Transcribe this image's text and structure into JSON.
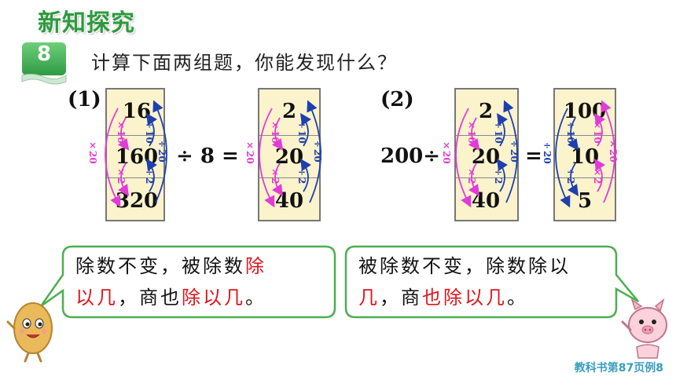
{
  "header": {
    "title": "新知探究"
  },
  "example": {
    "number": "8"
  },
  "question": "计算下面两组题，你能发现什么？",
  "group1": {
    "label": "(1)",
    "dividends": [
      "16",
      "160",
      "320"
    ],
    "op": "÷ 8 =",
    "quotients": [
      "2",
      "20",
      "40"
    ],
    "ann_blue_1": "÷10",
    "ann_blue_2": "÷2",
    "ann_blue_outer": "÷20",
    "ann_pink_1": "×10",
    "ann_pink_2": "×2",
    "ann_pink_outer": "×20",
    "qann_blue_1": "÷10",
    "qann_blue_2": "÷2",
    "qann_blue_outer": "÷20",
    "qann_pink_1": "×10",
    "qann_pink_2": "×2",
    "qann_pink_outer": "×20"
  },
  "group2": {
    "label": "(2)",
    "prefix": "200÷",
    "divisors": [
      "2",
      "20",
      "40"
    ],
    "eq": "=",
    "quotients": [
      "100",
      "10",
      "5"
    ],
    "ann_pink_1": "×10",
    "ann_pink_2": "×2",
    "ann_pink_outer": "×20",
    "ann_blue_1": "÷10",
    "ann_blue_2": "÷2",
    "ann_blue_outer": "÷20",
    "qann_blue_1": "÷10",
    "qann_blue_2": "÷2",
    "qann_blue_outer": "÷20",
    "qann_pink_1": "×10",
    "qann_pink_2": "×2",
    "qann_pink_outer": "×20"
  },
  "bubble_left": {
    "line1_a": "除数不变，被除数",
    "line1_b": "除",
    "line2_a": "以几",
    "line2_b": "，商也",
    "line2_c": "除以几",
    "line2_d": "。"
  },
  "bubble_right": {
    "line1": "被除数不变，除数除以",
    "line2_a": "几",
    "line2_b": "，商",
    "line2_c": "也除以几",
    "line2_d": "。"
  },
  "footer": {
    "page_ref": "教科书第87页例8"
  },
  "colors": {
    "green": "#2e9a3e",
    "blue": "#1f3fae",
    "pink": "#e13bd8",
    "red": "#e0141b",
    "card": "#fbf3cc",
    "bubble_border": "#4caf50"
  }
}
